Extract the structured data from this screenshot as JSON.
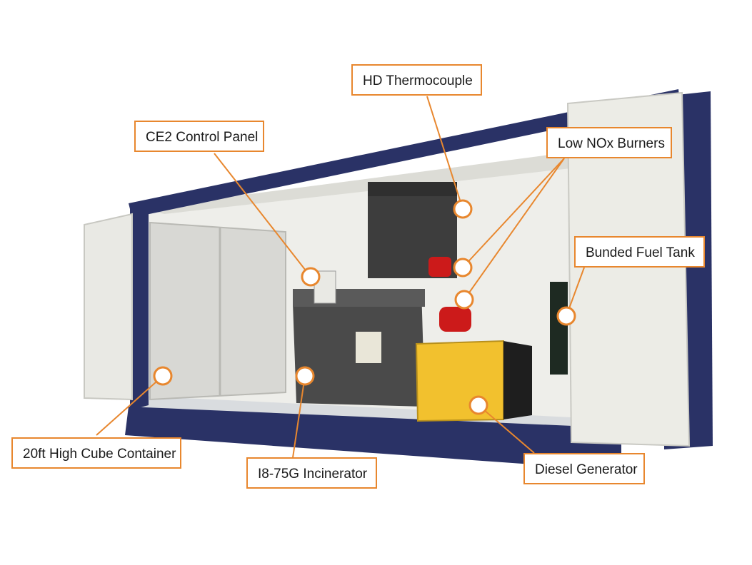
{
  "colors": {
    "accent": "#e8872e",
    "container_blue": "#2a3266",
    "incinerator_grey": "#4a4a4a",
    "generator_yellow": "#f2c12e",
    "burner_red": "#cc1a1a"
  },
  "labels": {
    "hd_thermocouple": "HD Thermocouple",
    "ce2_control_panel": "CE2 Control Panel",
    "low_nox_burners": "Low NOx Burners",
    "bunded_fuel_tank": "Bunded Fuel Tank",
    "container": "20ft High Cube Container",
    "incinerator": "I8-75G Incinerator",
    "diesel_generator": "Diesel Generator"
  }
}
